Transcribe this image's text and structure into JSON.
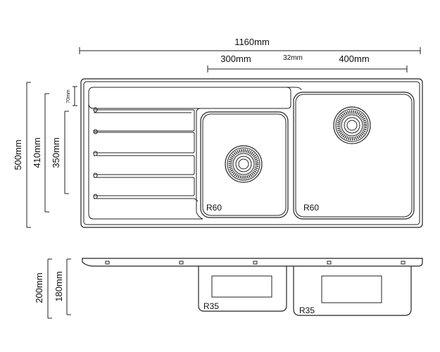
{
  "dimensions": {
    "overall_width": "1160mm",
    "small_bowl_width": "300mm",
    "bowl_gap": "32mm",
    "large_bowl_width": "400mm",
    "flange_depth": "70mm",
    "overall_depth": "500mm",
    "depth_410": "410mm",
    "depth_350": "350mm",
    "overall_height": "200mm",
    "bowl_height": "180mm"
  },
  "top_view": {
    "small_bowl_radius": "R60",
    "large_bowl_radius": "R60"
  },
  "side_view": {
    "small_bowl_radius": "R35",
    "large_bowl_radius": "R35"
  }
}
